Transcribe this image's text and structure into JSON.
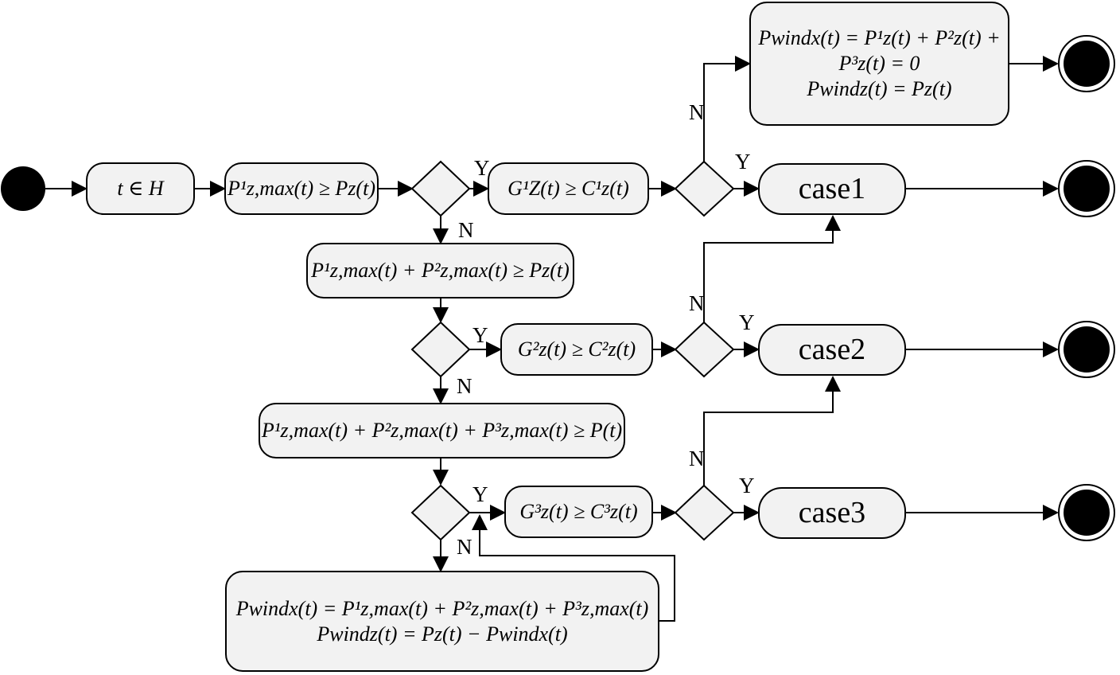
{
  "nodes": {
    "start_cond": "t ∈ H",
    "cond_p1": "P¹z,max(t) ≥ Pz(t)",
    "cond_g1": "G¹Z(t) ≥ C¹z(t)",
    "cond_p12": "P¹z,max(t) + P²z,max(t) ≥ Pz(t)",
    "cond_g2": "G²z(t) ≥ C²z(t)",
    "cond_p123": "P¹z,max(t) + P²z,max(t) + P³z,max(t) ≥ P(t)",
    "cond_g3": "G³z(t) ≥ C³z(t)",
    "top_box_lines": [
      "Pwindx(t) = P¹z(t) + P²z(t) +",
      "P³z(t) = 0",
      "Pwindz(t) = Pz(t)"
    ],
    "bottom_box_lines": [
      "Pwindx(t) = P¹z,max(t) + P²z,max(t) + P³z,max(t)",
      "Pwindz(t) = Pz(t) − Pwindx(t)"
    ],
    "case1": "case1",
    "case2": "case2",
    "case3": "case3"
  },
  "labels": {
    "yes": "Y",
    "no": "N"
  }
}
